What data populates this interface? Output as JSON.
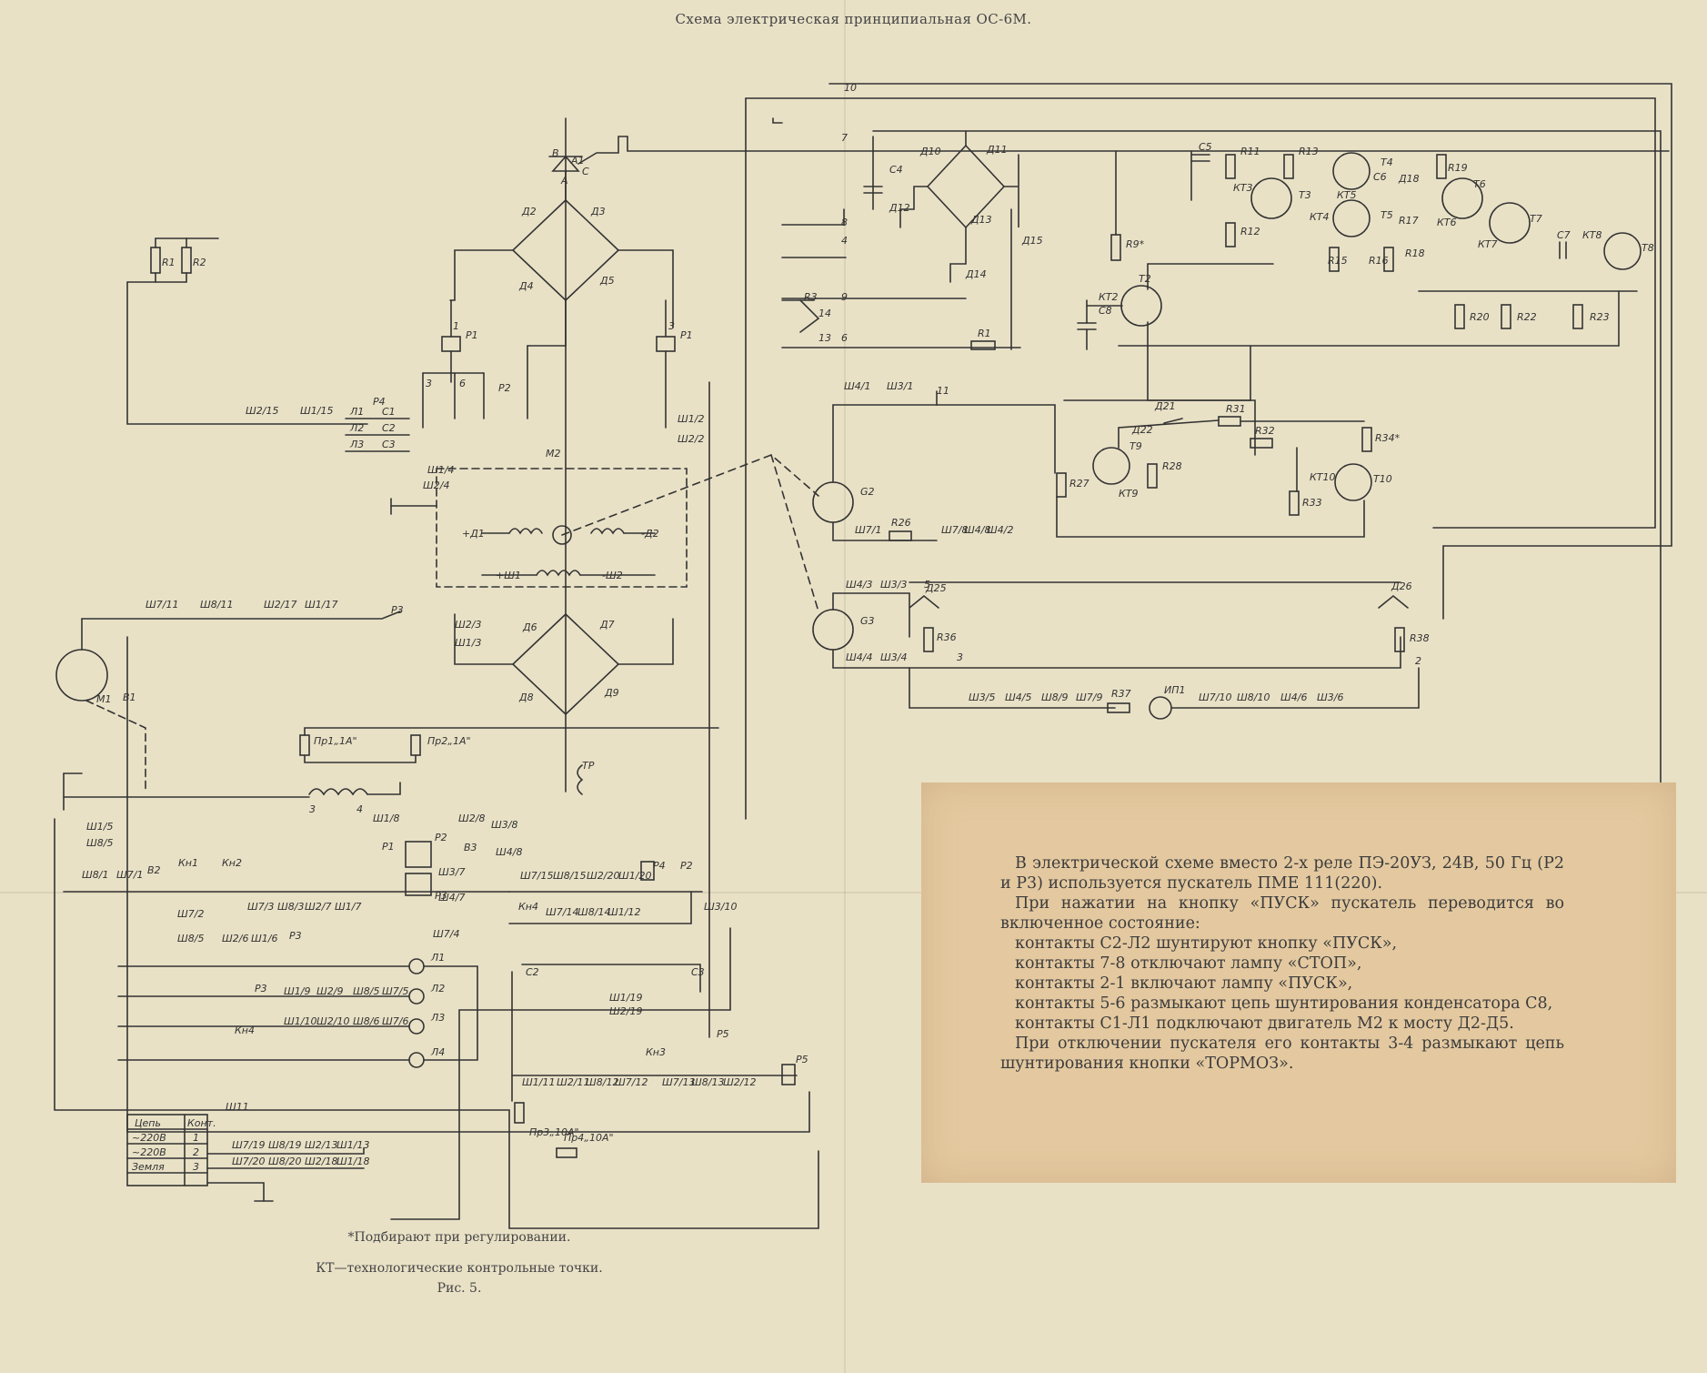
{
  "title": "Схема электрическая принципиальная ОС-6М.",
  "note": {
    "paragraphs": [
      "В электрической схеме вместо 2-х реле ПЭ-20УЗ, 24В, 50 Гц (Р2 и Р3) используется пускатель ПМЕ 111(220).",
      "При нажатии на кнопку «ПУСК» пускатель переводится во включенное состояние:",
      "контакты С2-Л2 шунтируют кнопку «ПУСК»,",
      "контакты 7-8 отключают лампу «СТОП»,",
      "контакты 2-1 включают лампу «ПУСК»,",
      "контакты 5-6 размыкают цепь шунтирования конденсатора С8,",
      "контакты С1-Л1 подключают двигатель М2 к мосту Д2-Д5.",
      "При отключении пускателя его контакты 3-4 размыкают цепь шунтирования кнопки «ТОРМОЗ»."
    ]
  },
  "footer": {
    "footnote": "*Подбирают при регулировании.",
    "kt": "КТ—технологические контрольные точки.",
    "fig": "Рис. 5."
  },
  "table": {
    "title": "Ш11",
    "headers": [
      "Цепь",
      "Конт."
    ],
    "rows": [
      [
        "~220В",
        "1"
      ],
      [
        "~220В",
        "2"
      ],
      [
        "Земля",
        "3"
      ]
    ]
  },
  "labels": {
    "R1": "R1",
    "R2": "R2",
    "R3": "R3",
    "R9": "R9*",
    "R11": "R11",
    "R12": "R12",
    "R13": "R13",
    "R15": "R15",
    "R16": "R16",
    "R17": "R17",
    "R18": "R18",
    "R19": "R19",
    "R20": "R20",
    "R22": "R22",
    "R23": "R23",
    "R26": "R26",
    "R27": "R27",
    "R28": "R28",
    "R31": "R31",
    "R32": "R32",
    "R33": "R33",
    "R34": "R34*",
    "R36": "R36",
    "R37": "R37",
    "R38": "R38",
    "C4": "C4",
    "C5": "C5",
    "C6": "C6",
    "C7": "C7",
    "C8": "C8",
    "T2": "T2",
    "T3": "T3",
    "T4": "T4",
    "T5": "T5",
    "T6": "T6",
    "T7": "T7",
    "T8": "T8",
    "T9": "T9",
    "T10": "T10",
    "A1": "A1",
    "M1": "M1",
    "M2": "M2",
    "G2": "G2",
    "G3": "G3",
    "IP1": "ИП1",
    "TP": "ТР",
    "B1": "B1",
    "B2": "B2",
    "B3": "B3",
    "D2": "Д2",
    "D3": "Д3",
    "D4": "Д4",
    "D5": "Д5",
    "D6": "Д6",
    "D7": "Д7",
    "D8": "Д8",
    "D9": "Д9",
    "D10": "Д10",
    "D11": "Д11",
    "D12": "Д12",
    "D13": "Д13",
    "D14": "Д14",
    "D15": "Д15",
    "D18": "Д18",
    "D21": "Д21",
    "D22": "Д22",
    "D25": "Д25",
    "D26": "Д26",
    "P1": "Р1",
    "P2": "Р2",
    "P3": "Р3",
    "P4": "Р4",
    "P5": "Р5",
    "KN1": "Кн1",
    "KN2": "Кн2",
    "KN3": "Кн3",
    "KN4": "Кн4",
    "L1": "Л1",
    "L2": "Л2",
    "L3": "Л3",
    "L4": "Л4",
    "PR1": "Пр1„1А\"",
    "PR2": "Пр2„1А\"",
    "PR3": "Пр3„10А\"",
    "PR4": "Пр4„10А\"",
    "W1": "+Ш1",
    "W2": "-Ш2",
    "D1P": "+Д1",
    "D2M": "-Д2",
    "KT2": "КТ2",
    "KT3": "КТ3",
    "KT4": "КТ4",
    "KT5": "КТ5",
    "KT6": "КТ6",
    "KT7": "КТ7",
    "KT8": "КТ8",
    "KT9": "КТ9",
    "KT10": "КТ10",
    "ch_left1": "Ш2/15",
    "ch_left2": "Ш1/15",
    "ch_mid1": "Ш7/11",
    "ch_mid2": "Ш8/11",
    "ch_mid3": "Ш2/17",
    "ch_mid4": "Ш1/17",
    "ch_g2_1": "Ш4/1",
    "ch_g2_2": "Ш3/1",
    "ch_g2_3": "Ш7/1",
    "ch_g2_4": "Ш7/8",
    "ch_g2_5": "Ш4/8",
    "ch_g2_6": "Ш4/2",
    "ch_g3_1": "Ш4/3",
    "ch_g3_2": "Ш3/3",
    "ch_g3_3": "Ш4/4",
    "ch_g3_4": "Ш3/4",
    "ch_ip_1": "Ш3/5",
    "ch_ip_2": "Ш4/5",
    "ch_ip_3": "Ш8/9",
    "ch_ip_4": "Ш7/9",
    "ch_ip_5": "Ш7/10",
    "ch_ip_6": "Ш8/10",
    "ch_ip_7": "Ш4/6",
    "ch_ip_8": "Ш3/6",
    "ch_b_1": "Ш7/3",
    "ch_b_2": "Ш8/3",
    "ch_b_3": "Ш2/7",
    "ch_b_4": "Ш1/7",
    "ch_r_1": "Ш7/15",
    "ch_r_2": "Ш8/15",
    "ch_r_3": "Ш2/20",
    "ch_r_4": "Ш1/20",
    "ch_s_1": "Ш1/11",
    "ch_s_2": "Ш2/11",
    "ch_s_3": "Ш8/12",
    "ch_s_4": "Ш7/12",
    "ch_s_5": "Ш7/13",
    "ch_s_6": "Ш8/13",
    "ch_s_7": "Ш2/12",
    "ch_t_1": "Ш7/19",
    "ch_t_2": "Ш8/19",
    "ch_t_3": "Ш2/13",
    "ch_t_4": "Ш1/13",
    "ch_t_5": "Ш7/20",
    "ch_t_6": "Ш8/20",
    "ch_t_7": "Ш2/18",
    "ch_t_8": "Ш1/18",
    "ch_l_1": "Ш1/9",
    "ch_l_2": "Ш2/9",
    "ch_l_3": "Ш8/5",
    "ch_l_4": "Ш7/5",
    "ch_l_5": "Ш1/10",
    "ch_l_6": "Ш2/10",
    "ch_l_7": "Ш8/6",
    "ch_l_8": "Ш7/6",
    "ch_x_1": "Ш1/19",
    "ch_x_2": "Ш2/19",
    "ch_x_3": "Ш3/10",
    "ch_x_4": "Ш1/8",
    "ch_x_5": "Ш2/8",
    "ch_x_6": "Ш3/8",
    "ch_x_7": "Ш4/8",
    "ch_x_8": "Ш3/7",
    "ch_x_9": "Ш4/7",
    "ch_x_10": "Ш7/4",
    "ch_x_11": "Ш1/4",
    "ch_x_12": "Ш2/4",
    "ch_x_13": "Ш1/2",
    "ch_x_14": "Ш2/2",
    "ch_x_15": "Ш2/3",
    "ch_x_16": "Ш1/3",
    "ch_x_17": "Ш1/5",
    "ch_x_18": "Ш8/5",
    "ch_x_19": "Ш8/1",
    "ch_x_20": "Ш7/1",
    "ch_x_21": "Ш7/2",
    "ch_x_22": "Ш2/6",
    "ch_x_23": "Ш1/6",
    "ch_x_24": "Ш7/14",
    "ch_x_25": "Ш8/14",
    "ch_x_26": "Ш1/12",
    "n10": "10",
    "n7": "7",
    "n8": "8",
    "n4": "4",
    "n9": "9",
    "n6": "6",
    "n11": "11",
    "n5": "5",
    "n2": "2",
    "n3": "3",
    "n1": "1",
    "n14": "14",
    "n13": "13",
    "cL1": "Л1",
    "cL2": "Л2",
    "cL3": "Л3",
    "cC1": "С1",
    "cC2": "С2",
    "cC3": "С3",
    "aA": "А",
    "aB": "В",
    "aC": "С"
  },
  "colors": {
    "paper": "#e9e1c6",
    "ink": "#333333",
    "note": "#e4c9a0"
  }
}
